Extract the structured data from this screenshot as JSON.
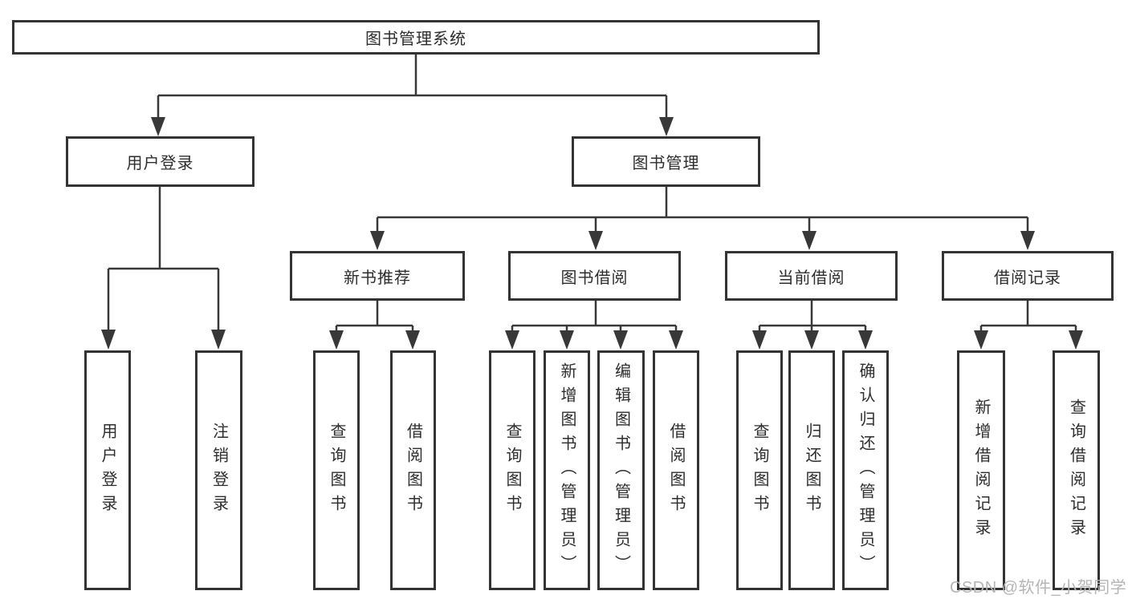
{
  "tree": {
    "root": {
      "label": "图书管理系统",
      "children": [
        {
          "label": "用户登录",
          "children": [
            {
              "label": "用户登录"
            },
            {
              "label": "注销登录"
            }
          ]
        },
        {
          "label": "图书管理",
          "children": [
            {
              "label": "新书推荐",
              "children": [
                {
                  "label": "查询图书"
                },
                {
                  "label": "借阅图书"
                }
              ]
            },
            {
              "label": "图书借阅",
              "children": [
                {
                  "label": "查询图书"
                },
                {
                  "label": "新增图书（管理员）"
                },
                {
                  "label": "编辑图书（管理员）"
                },
                {
                  "label": "借阅图书"
                }
              ]
            },
            {
              "label": "当前借阅",
              "children": [
                {
                  "label": "查询图书"
                },
                {
                  "label": "归还图书"
                },
                {
                  "label": "确认归还（管理员）"
                }
              ]
            },
            {
              "label": "借阅记录",
              "children": [
                {
                  "label": "新增借阅记录"
                },
                {
                  "label": "查询借阅记录"
                }
              ]
            }
          ]
        }
      ]
    }
  },
  "watermark": {
    "text": "CSDN @软件_小贺同学"
  },
  "colors": {
    "line": "#383838",
    "box_border": "#333333",
    "text": "#2d2d2d",
    "watermark": "#b5b5b5",
    "background": "#ffffff"
  }
}
